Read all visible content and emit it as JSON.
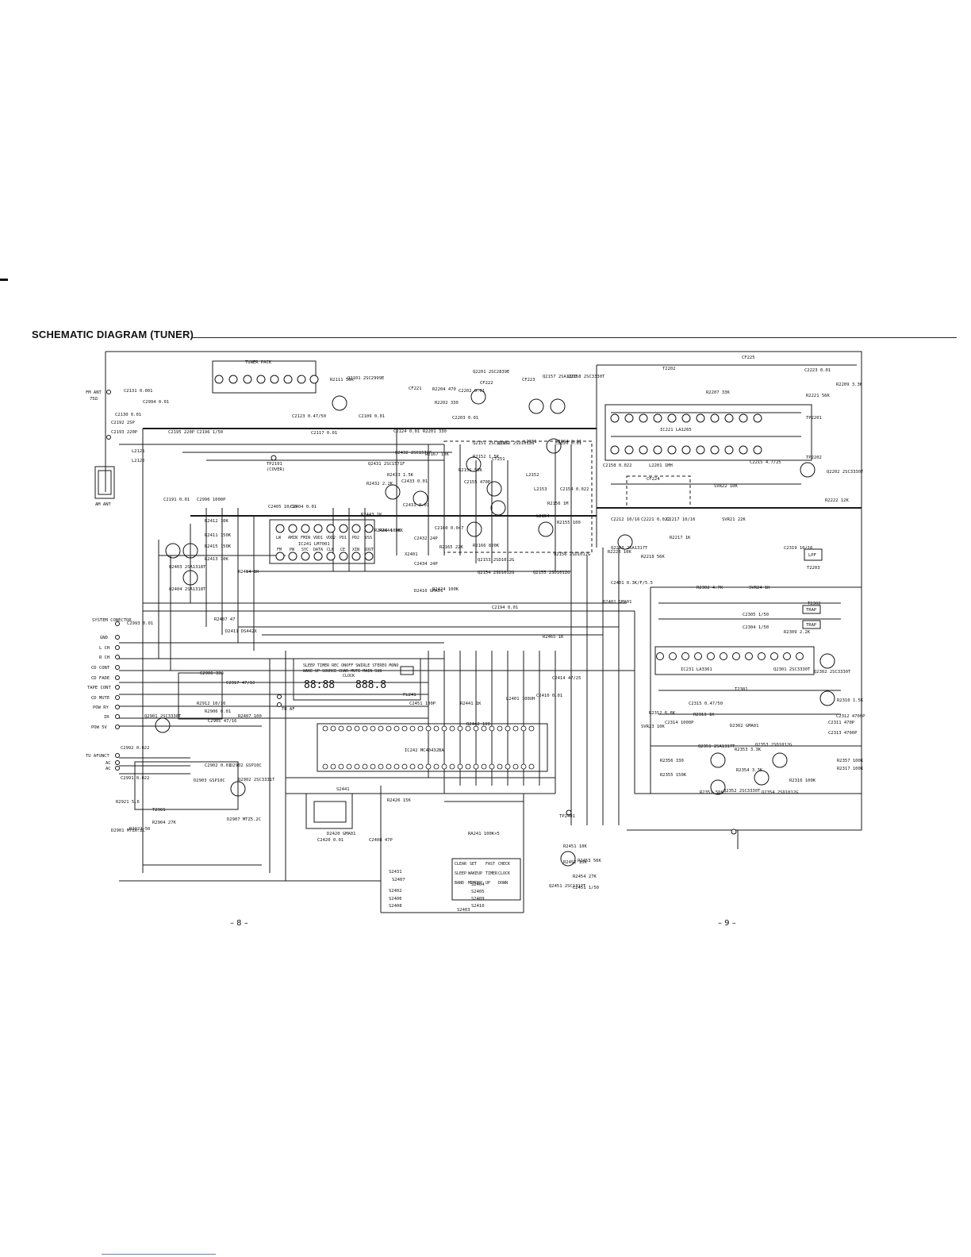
{
  "page": {
    "title": "SCHEMATIC DIAGRAM (TUNER)",
    "page_left": "– 8 –",
    "page_right": "– 9 –"
  },
  "blocks": {
    "tuner_pack": "TUNER PACK",
    "fm_ant": "FM ANT",
    "fm_ant_imp": "75Ω",
    "am_ant": "AM ANT",
    "tp2101": "TP2101",
    "tp2101_note": "(COVER)",
    "ic221": "IC221 LA1265",
    "ic241": "IC241 LM7001",
    "ic242": "IC242 MC40432BA",
    "ic231": "IC231 LA3361",
    "cf225": "CF225",
    "cf224": "CF224",
    "cf221": "CF221",
    "cf222": "CF222",
    "cf223": "CF223",
    "t2202": "T2202",
    "t2203": "T2203",
    "lpf": "LPF",
    "trap1": "TRAP",
    "trap2": "TRAP",
    "fl241": "FL241",
    "s2441": "S2441",
    "ra241": "RA241 100K×5",
    "tp2401": "TP2401"
  },
  "transistors": [
    "Q2101 2SC2999E",
    "Q2201 2SC2839E",
    "Q2157 2SA1220",
    "Q2158 2SC3330T",
    "Q2151 2SC3330T",
    "Q2152 2SD1012G",
    "Q2431 2SC1571F",
    "Q2432 2SC1571F",
    "Q2203 2SA1317T",
    "Q2202 2SC3330T",
    "Q2403 2SA1318T",
    "Q2404 2SA1318T",
    "Q2153 2SD1012G",
    "Q2154 2SD1012G",
    "Q2155 2SD1012G",
    "Q2156 2SD1012G",
    "Q2301 2SC3330T",
    "Q2302 2SC3330T",
    "Q2351 2SA1317T",
    "Q2352 2SC3330T",
    "Q2353 2SD1012G",
    "Q2354 2SD1012G",
    "Q2901 2SC3330T",
    "Q2902 2SC3331T",
    "Q2451 2SC1317T"
  ],
  "labels": [
    "R2111 56K",
    "C2131 0.001",
    "C2130 0.01",
    "C2192 2SP",
    "C2193 220P",
    "L2121",
    "L2122",
    "C2994 0.01",
    "C2195 220P",
    "C2196 1/50",
    "C2123 0.47/50",
    "C2117 0.01",
    "C2109 0.01",
    "C2124 0.01",
    "R2201 330",
    "R2202 330",
    "C2202 0.01",
    "C2203 0.01",
    "C2204 0.01",
    "R2204 470",
    "R2167 10K",
    "R2152 1.5K",
    "R2151 56K",
    "C2155 470P",
    "CT251",
    "L2151",
    "L2152",
    "L2153",
    "L2154",
    "C2220 0.01",
    "C2154 0.022",
    "R2156 1M",
    "R2155 100",
    "R2165 22K",
    "R2166 820K",
    "C2160 0.047",
    "C2158 0.022",
    "L2201 1MH",
    "SVR22 10K",
    "C2215 4.7/25",
    "R2221 56K",
    "R2209 3.3K",
    "R2207 33K",
    "C2223 0.01",
    "TP2201",
    "TP2202",
    "C2212 10/16",
    "C2221 0.022",
    "C2217 10/16",
    "SVR21 22K",
    "R2222 12K",
    "C2319 10/16",
    "R2218 56K",
    "R2223 10K",
    "R2217 1K",
    "C2401 0.3K/F/5.5",
    "D2401 GMA01",
    "C2194 0.01",
    "R2465 1K",
    "R2302 4.7K",
    "SVR24 1K",
    "T2302",
    "T2301",
    "C2304 1/50",
    "C2305 1/50",
    "R2309 2.2K",
    "R2310 1.5K",
    "C2311 470P",
    "C2312 4700P",
    "C2313 4700P",
    "C2314 1000P",
    "C2315 0.47/50",
    "R2313 1K",
    "D2302 GMA01",
    "SVR23 10K",
    "R2312 6.8K",
    "R2357 100K",
    "R2356 330",
    "R2355 150K",
    "R2353 3.3K",
    "R2354 3.3K",
    "R2351 56K",
    "R2317 100K",
    "R2316 100K",
    "C2405 10/16",
    "C2404 0.01",
    "C2191 0.01",
    "C2996 1000P",
    "R2412 10K",
    "R2411 150K",
    "R2415 150K",
    "R2413 10K",
    "R2414 1K",
    "R2407 47",
    "D2411 DS442X",
    "C2993 0.01",
    "C2992 0.022",
    "C2991 0.022",
    "D2901 MTZ6.2C",
    "R2922 56",
    "R2921 5.6",
    "R2904 27K",
    "T2901",
    "D2907 MTZ5.2C",
    "R2912 10/16",
    "C2905 47/16",
    "R2906 0.01",
    "C2902 0.01",
    "D2902 GSP10C",
    "D2903 GSP10C",
    "C2917 47/16",
    "C2906 330",
    "R2407 100",
    "R2446 100K",
    "R2441 1K",
    "R2442 100",
    "R2443 1K",
    "R2444 10K",
    "R2433 1.5K",
    "R2432 2.2K",
    "C2431 0.01",
    "X2401",
    "C2433 0.01",
    "C2432 24P",
    "C2434 24P",
    "R2424 100K",
    "D2410 GMA01",
    "L2401 100UH",
    "C2414 47/25",
    "C2451 100P",
    "C2410 0.01",
    "R2451 10K",
    "R2452 10K",
    "R2453 56K",
    "R2454 27K",
    "C2451 1/50",
    "R2426 15K",
    "C2420 0.01",
    "D2420 GMA01",
    "C2408 47P",
    "S2431",
    "S2402",
    "S2403",
    "S2404",
    "S2405",
    "S2406",
    "S2407",
    "S2408",
    "S2409",
    "S2410"
  ],
  "ic241_pins_top": [
    "LW",
    "AMIN",
    "FMIN",
    "VDD1",
    "VDD2",
    "PD1",
    "PD2",
    "VSS"
  ],
  "ic241_pins_bot": [
    "FM",
    "PW",
    "SYC",
    "DATA",
    "CLK",
    "CE",
    "XIN",
    "XOUT"
  ],
  "connector": [
    "SYSTEM CONECTOR",
    "GND",
    "L CH",
    "R CH",
    "CD CONT",
    "CD FADE",
    "TAPE CONT",
    "CD MUTE",
    "POW RY",
    "IR",
    "POW 5V",
    "TU AFUNCT",
    "AC",
    "AC"
  ],
  "display": {
    "indicators": "SLEEP TIMER  REC ONOFF  SWIRLE  STEREO MONO",
    "indicators2": "WAKE UP   SOURCE  CHAR  MUTE MAIN  SUB",
    "indicators3": "CLOCK",
    "digits_left": "88:88",
    "digits_right": "888.8"
  },
  "key_matrix": [
    [
      "CLEAR",
      "SET",
      "FAST",
      "CHECK"
    ],
    [
      "SLEEP",
      "WAKEUP",
      "TIMER",
      "CLOCK"
    ],
    [
      "BAND",
      "MEMORY",
      "UP",
      "DOWN"
    ]
  ],
  "tu_af": "TU AF"
}
